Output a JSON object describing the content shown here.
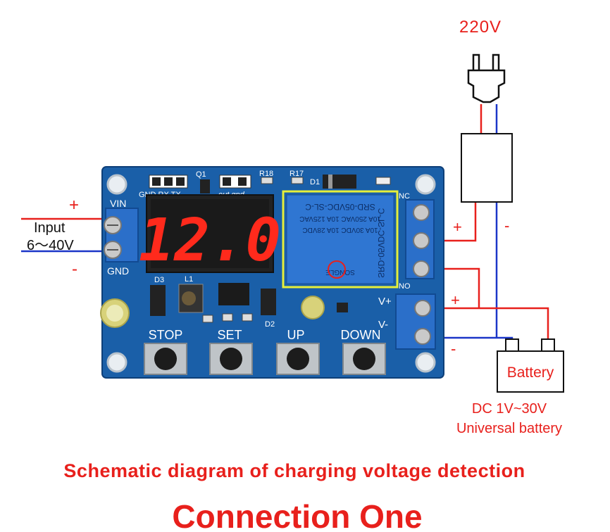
{
  "supply": {
    "voltage": "220V"
  },
  "input": {
    "label": "Input",
    "range": "6～40V",
    "plus": "+",
    "minus": "-"
  },
  "board": {
    "display_value": "12.0",
    "terminal_vin": "VIN",
    "terminal_gnd": "GND",
    "header_pins": "GND RX TX",
    "header_out": "out gnd",
    "relay_text_1": "SRD-05VDC-SL-C",
    "relay_text_2": "10A 250VAC  10A 125VAC",
    "relay_text_3": "10A 30VDC  10A 28VDC",
    "relay_brand": "SONGLE",
    "nc_label": "NC",
    "no_label": "NO",
    "vplus_label": "V+",
    "vminus_label": "V-",
    "buttons": [
      "STOP",
      "SET",
      "UP",
      "DOWN"
    ]
  },
  "relay_wiring": {
    "plus": "+",
    "minus": "-"
  },
  "battery_wiring": {
    "plus": "+",
    "minus": "-"
  },
  "battery": {
    "label": "Battery",
    "spec_line_1": "DC 1V~30V",
    "spec_line_2": "Universal battery"
  },
  "captions": {
    "schematic": "Schematic diagram of charging voltage detection",
    "connection": "Connection One"
  },
  "colors": {
    "wire_red": "#e8201c",
    "wire_blue": "#1b36c8",
    "pcb": "#1a5fa8",
    "highlight": "#e6ef3a"
  }
}
